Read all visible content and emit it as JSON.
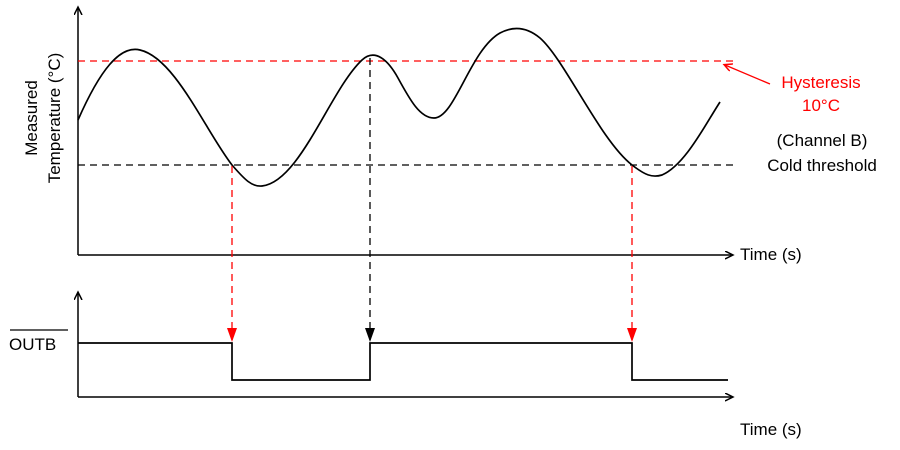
{
  "top_chart": {
    "y_axis_label_line1": "Measured",
    "y_axis_label_line2": "Temperature (°C)",
    "x_axis_label": "Time (s)"
  },
  "bottom_chart": {
    "signal_label": "OUTB",
    "x_axis_label": "Time (s)"
  },
  "annotations": {
    "hysteresis_line1": "Hysteresis",
    "hysteresis_line2": "10°C",
    "threshold_line1": "(Channel B)",
    "threshold_line2": "Cold threshold"
  },
  "colors": {
    "signal": "#000000",
    "hysteresis": "#ff0000",
    "threshold": "#000000"
  }
}
